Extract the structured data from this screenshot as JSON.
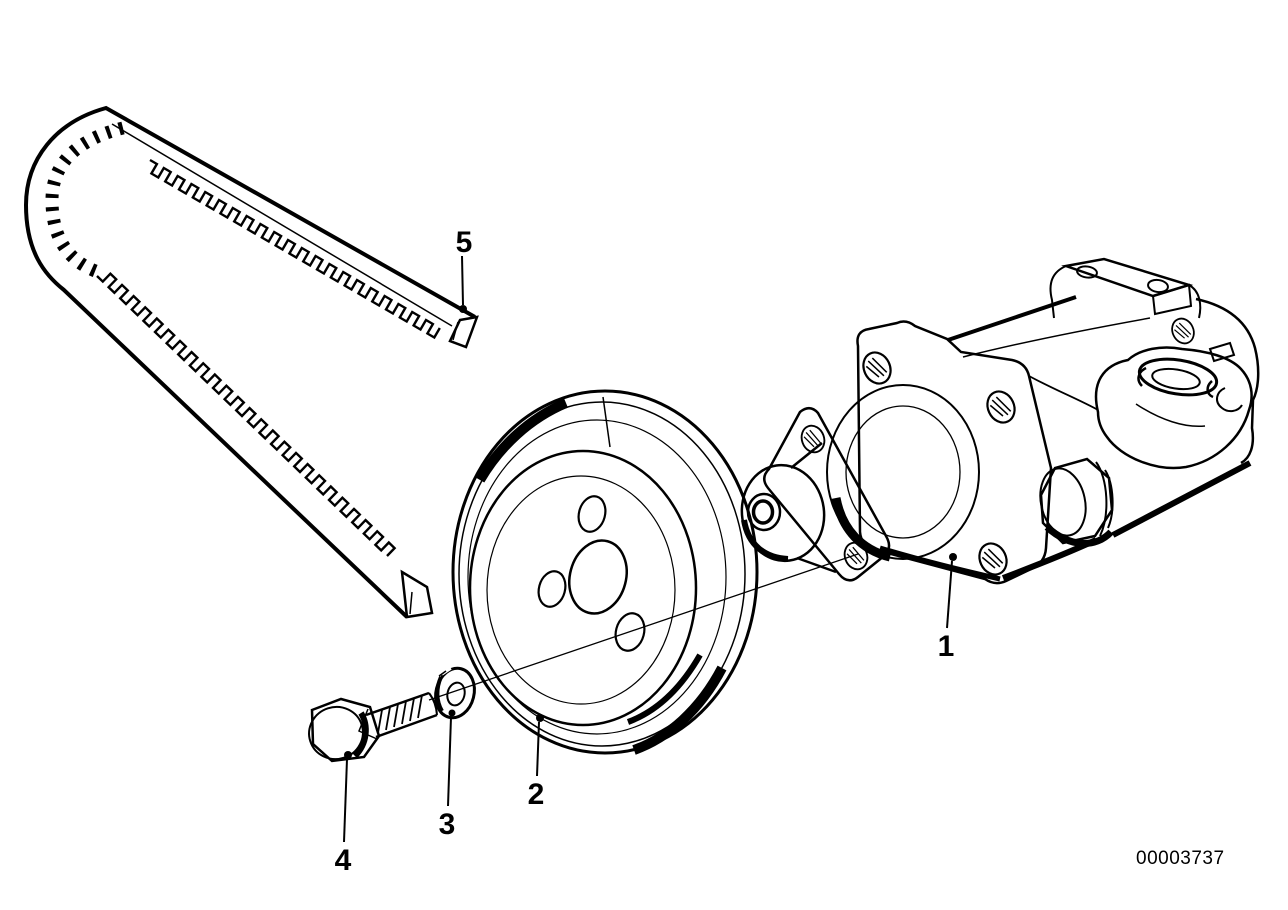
{
  "diagram": {
    "id_code": "00003737",
    "ink_color": "#000000",
    "paper_color": "#ffffff",
    "callouts": [
      {
        "label": "1",
        "part": "power-steering-pump"
      },
      {
        "label": "2",
        "part": "pulley"
      },
      {
        "label": "3",
        "part": "washer"
      },
      {
        "label": "4",
        "part": "hex-bolt"
      },
      {
        "label": "5",
        "part": "v-belt"
      }
    ]
  }
}
